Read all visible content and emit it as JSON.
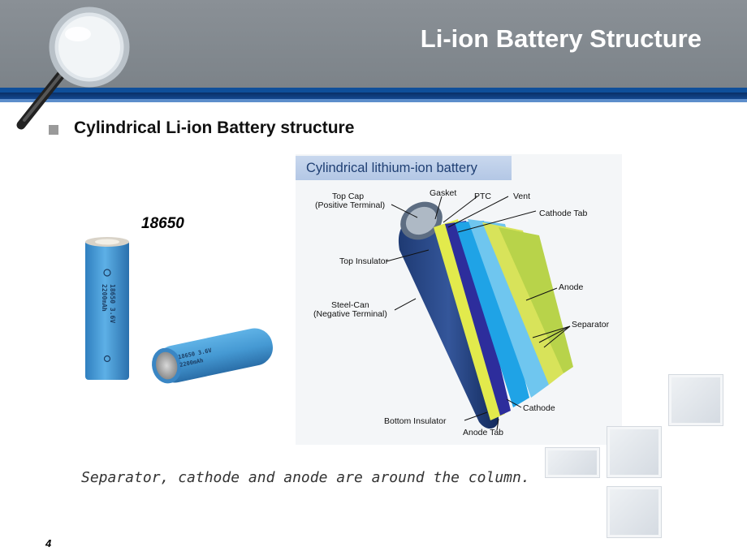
{
  "slide": {
    "title": "Li-ion Battery Structure",
    "heading": "Cylindrical Li-ion Battery structure",
    "model": "18650",
    "caption": "Separator, cathode and anode are around the column.",
    "page_number": "4"
  },
  "diagram": {
    "title": "Cylindrical lithium-ion battery",
    "labels": {
      "top_cap": "Top Cap",
      "top_cap_sub": "(Positive Terminal)",
      "gasket": "Gasket",
      "ptc": "PTC",
      "vent": "Vent",
      "cathode_tab": "Cathode Tab",
      "top_insulator": "Top Insulator",
      "steel_can": "Steel-Can",
      "steel_can_sub": "(Negative Terminal)",
      "anode": "Anode",
      "separator": "Separator",
      "cathode": "Cathode",
      "bottom_insulator": "Bottom Insulator",
      "anode_tab": "Anode Tab"
    }
  },
  "cells": {
    "upright_text_1": "18650 3.6V",
    "upright_text_2": "2200mAh",
    "lying_text_1": "18650 3.6V",
    "lying_text_2": "2200mAh"
  },
  "colors": {
    "header_gray": "#858c92",
    "stripe_blue": "#0f4f9a",
    "cell_blue": "#4a9fd8"
  }
}
